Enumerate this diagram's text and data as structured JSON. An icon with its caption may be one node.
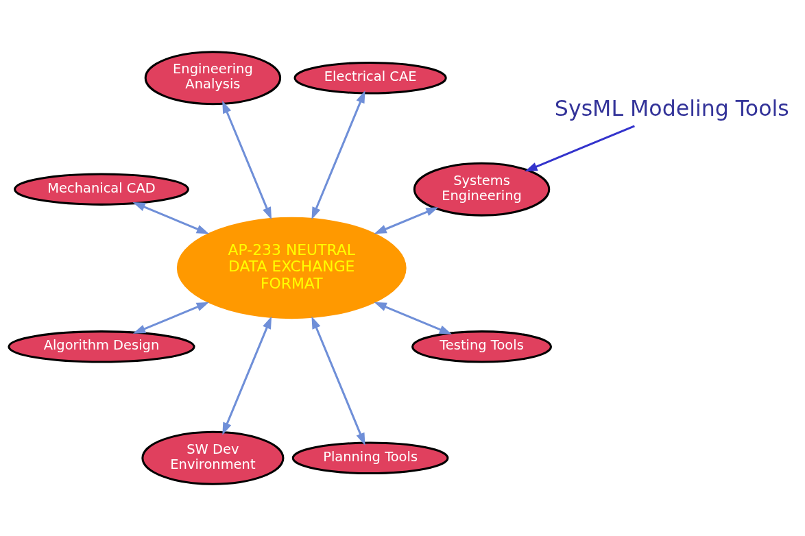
{
  "diagram": {
    "nodes": [
      {
        "text": [
          "SysML Modeling Tools"
        ]
      },
      {
        "text": [
          "Systems Engineering"
        ]
      },
      {
        "text": [
          "Electrical CAE"
        ]
      },
      {
        "text": [
          "Engineering Analysis"
        ]
      },
      {
        "text": [
          "AP-233 NEUTRAL DATA EXCHANGE FORMAT"
        ]
      },
      {
        "text": [
          "Mechanical CAD"
        ]
      },
      {
        "text": [
          "Algorithm Design"
        ]
      },
      {
        "text": [
          "SW Dev Environment"
        ]
      },
      {
        "text": [
          "Planning Tools"
        ]
      },
      {
        "text": [
          "Testing Tools"
        ]
      }
    ],
    "edges": [
      {
        "from": 0,
        "to": 1,
        "arrow": "to",
        "color": "#3333cc"
      },
      {
        "from": 4,
        "to": 1,
        "arrow": "both"
      },
      {
        "from": 4,
        "to": 2,
        "arrow": "both"
      },
      {
        "from": 4,
        "to": 3,
        "arrow": "both"
      },
      {
        "from": 4,
        "to": 5,
        "arrow": "both"
      },
      {
        "from": 4,
        "to": 6,
        "arrow": "both"
      },
      {
        "from": 4,
        "to": 7,
        "arrow": "both"
      },
      {
        "from": 4,
        "to": 8,
        "arrow": "both"
      },
      {
        "from": 4,
        "to": 9,
        "arrow": "both"
      }
    ]
  }
}
